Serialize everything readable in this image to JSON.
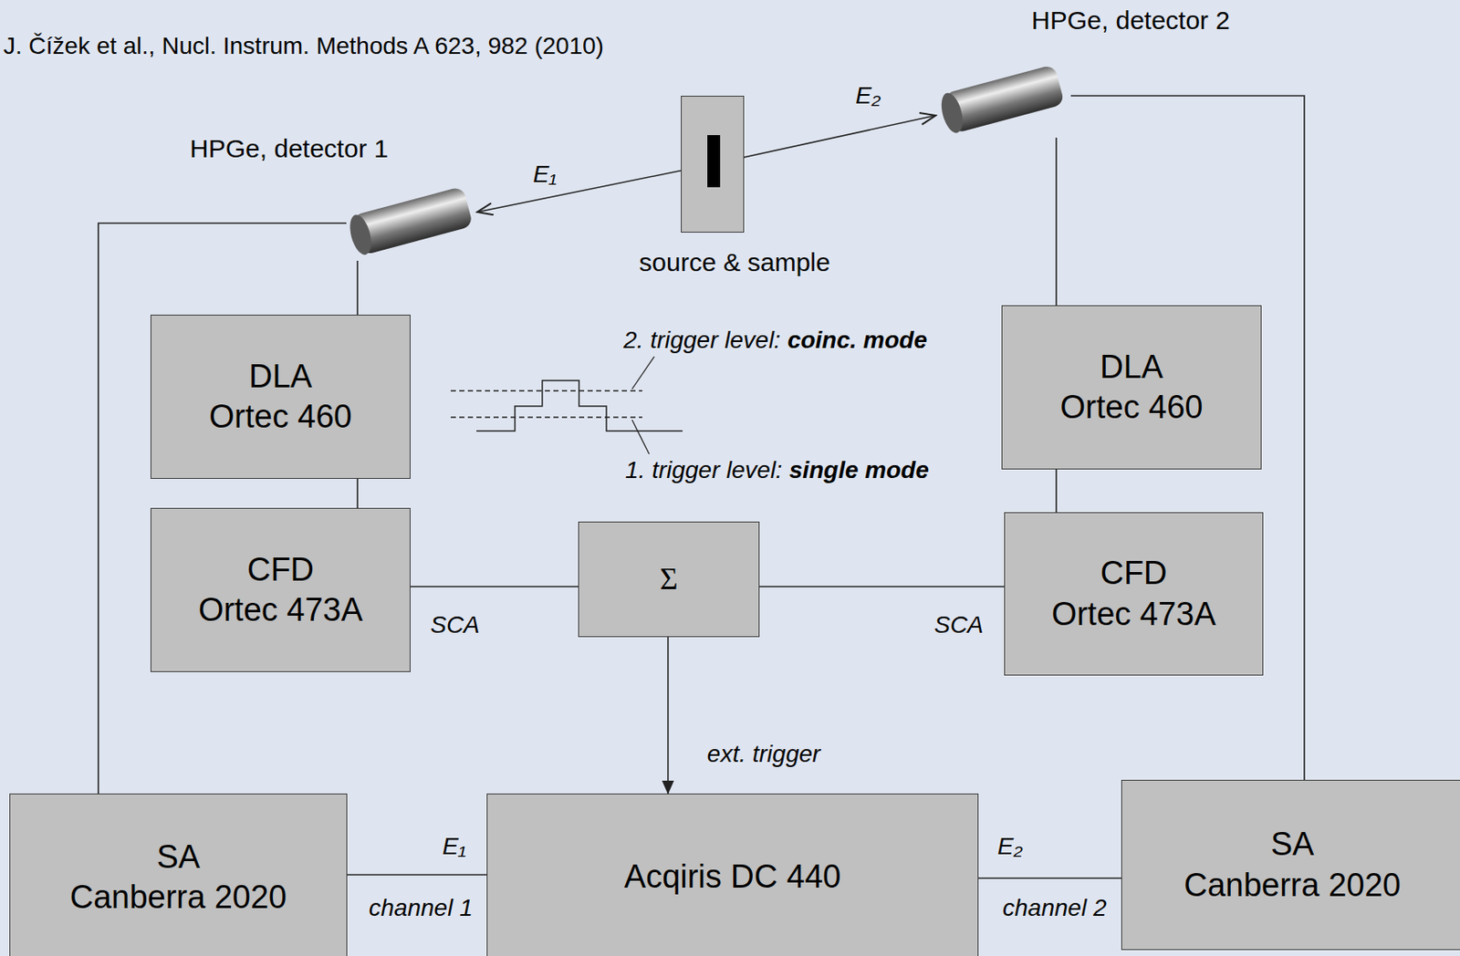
{
  "diagram": {
    "nodes": [
      {
        "text": [
          "HPGe, detector 1"
        ]
      },
      {
        "text": [
          "HPGe, detector 2"
        ]
      },
      {
        "text": [
          "source & sample"
        ]
      },
      {
        "text": [
          "DLA",
          "Ortec 460"
        ]
      },
      {
        "text": [
          "DLA",
          "Ortec 460"
        ]
      },
      {
        "text": [
          "CFD",
          "Ortec 473A"
        ]
      },
      {
        "text": [
          "Σ"
        ]
      },
      {
        "text": [
          "CFD",
          "Ortec 473A"
        ]
      },
      {
        "text": [
          "SA",
          "Canberra 2020"
        ]
      },
      {
        "text": [
          "Acqiris DC 440"
        ]
      },
      {
        "text": [
          "SA",
          "Canberra 2020"
        ]
      }
    ],
    "edges": [
      {
        "from": 2,
        "to": 0,
        "arrow": "to",
        "label": "E₁"
      },
      {
        "from": 2,
        "to": 1,
        "arrow": "to",
        "label": "E₂"
      },
      {
        "from": 0,
        "to": 3,
        "arrow": "none"
      },
      {
        "from": 3,
        "to": 5,
        "arrow": "none"
      },
      {
        "from": 5,
        "to": 6,
        "arrow": "none",
        "label": "SCA"
      },
      {
        "from": 7,
        "to": 6,
        "arrow": "none",
        "label": "SCA"
      },
      {
        "from": 6,
        "to": 9,
        "arrow": "to",
        "label": "ext. trigger"
      },
      {
        "from": 1,
        "to": 4,
        "arrow": "none"
      },
      {
        "from": 4,
        "to": 7,
        "arrow": "none"
      },
      {
        "from": 0,
        "to": 8,
        "arrow": "none"
      },
      {
        "from": 1,
        "to": 10,
        "arrow": "none"
      },
      {
        "from": 8,
        "to": 9,
        "arrow": "none",
        "label": "E₁"
      },
      {
        "from": 10,
        "to": 9,
        "arrow": "none",
        "label": "E₂"
      }
    ],
    "labels": [
      "J. Čížek et al., Nucl. Instrum. Methods A 623, 982 (2010)",
      "2. trigger level:",
      "coinc. mode",
      "1. trigger level:",
      "single mode",
      "channel 1",
      "channel 2"
    ]
  }
}
